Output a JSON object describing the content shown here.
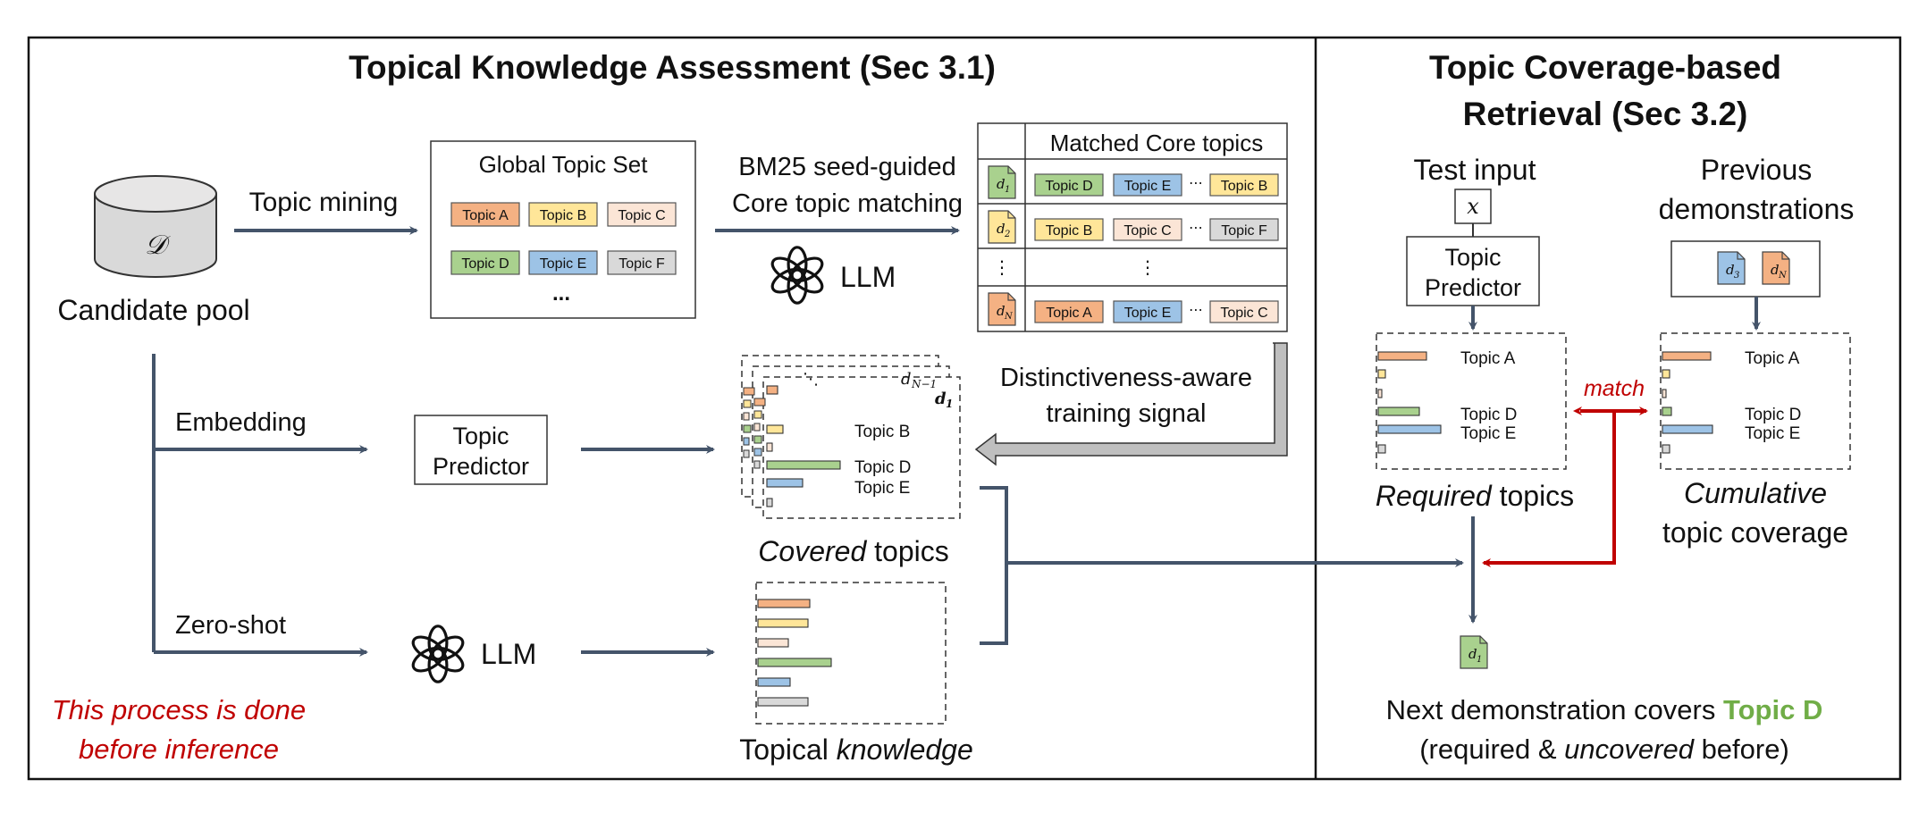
{
  "left_panel": {
    "title": "Topical Knowledge Assessment (Sec 3.1)",
    "candidate_pool": {
      "symbol": "𝒟",
      "label": "Candidate pool"
    },
    "topic_mining_label": "Topic mining",
    "global_topic_set": {
      "title": "Global Topic Set",
      "topics": [
        "Topic A",
        "Topic B",
        "Topic C",
        "Topic D",
        "Topic E",
        "Topic F"
      ],
      "ellipsis": "..."
    },
    "bm25_label_line1": "BM25 seed-guided",
    "bm25_label_line2": "Core topic matching",
    "llm_label": "LLM",
    "matched_core_topics": {
      "title": "Matched Core topics",
      "rows": [
        {
          "doc": "d",
          "sub": "1",
          "topics": [
            "Topic D",
            "Topic E",
            "Topic B"
          ]
        },
        {
          "doc": "d",
          "sub": "2",
          "topics": [
            "Topic B",
            "Topic C",
            "Topic F"
          ]
        },
        {
          "doc": "d",
          "sub": "N",
          "topics": [
            "Topic A",
            "Topic E",
            "Topic C"
          ]
        }
      ],
      "dots": "⋯",
      "vdots": "⋮"
    },
    "distinctiveness_line1": "Distinctiveness-aware",
    "distinctiveness_line2": "training signal",
    "embedding_label": "Embedding",
    "topic_predictor_line1": "Topic",
    "topic_predictor_line2": "Predictor",
    "covered": {
      "stack_labels": [
        "d",
        "N−1",
        "d",
        "1"
      ],
      "diag_dots": "⋱",
      "topic_labels": [
        "Topic B",
        "Topic D",
        "Topic E"
      ],
      "caption_italic": "Covered",
      "caption_rest": " topics"
    },
    "zero_shot_label": "Zero-shot",
    "llm_label2": "LLM",
    "topical_knowledge": {
      "caption_rest": "Topical ",
      "caption_italic": "knowledge"
    },
    "note_line1": "This process is done",
    "note_line2": "before inference"
  },
  "right_panel": {
    "title_line1": "Topic Coverage-based",
    "title_line2": "Retrieval (Sec 3.2)",
    "test_input": "Test input",
    "x_symbol": "x",
    "topic_predictor_line1": "Topic",
    "topic_predictor_line2": "Predictor",
    "previous_line1": "Previous",
    "previous_line2": "demonstrations",
    "prev_docs": [
      {
        "doc": "d",
        "sub": "3"
      },
      {
        "doc": "d",
        "sub": "N"
      }
    ],
    "required_topic_labels": [
      "Topic A",
      "Topic D",
      "Topic E"
    ],
    "cumulative_topic_labels": [
      "Topic A",
      "Topic D",
      "Topic E"
    ],
    "match_label": "match",
    "required_caption_italic": "Required",
    "required_caption_rest": " topics",
    "cumulative_caption_line1": "Cumulative",
    "cumulative_caption_line2": "topic coverage",
    "next_doc": {
      "doc": "d",
      "sub": "1"
    },
    "next_line1": "Next demonstration covers ",
    "next_highlight": "Topic D",
    "next_line2_a": "(required & ",
    "next_line2_italic": "uncovered",
    "next_line2_b": " before)"
  },
  "colors": {
    "topic_A": "#f4b183",
    "topic_B": "#ffe699",
    "topic_C": "#fbe5d6",
    "topic_D": "#a9d18e",
    "topic_E": "#9dc3e6",
    "topic_F": "#d9d9d9",
    "arrow": "#44546a",
    "red": "#c00000",
    "green_text": "#70ad47"
  }
}
